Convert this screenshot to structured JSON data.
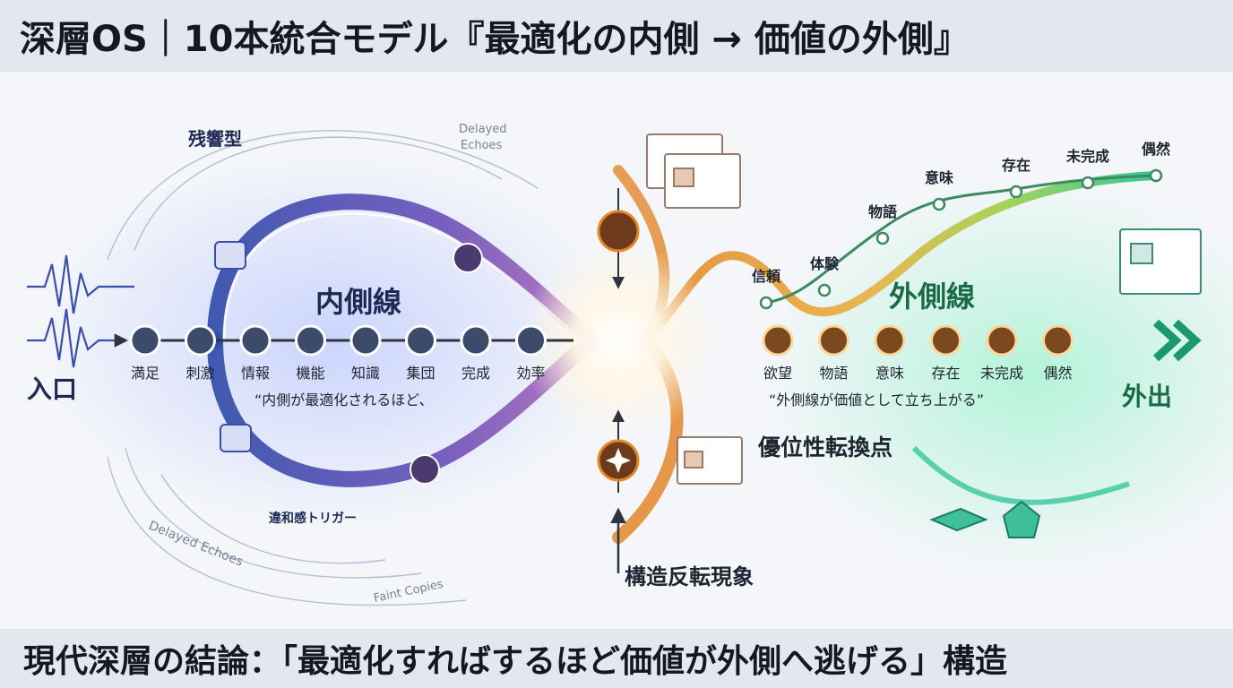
{
  "header": {
    "title": "深層OS｜10本統合モデル『最適化の内側 → 価値の外側』"
  },
  "footer": {
    "conclusion": "現代深層の結論：「最適化すればするほど価値が外側へ逃げる」構造"
  },
  "diagram": {
    "entry_label": "入口",
    "exit_label": "外出",
    "inner_title": "内側線",
    "outer_title": "外側線",
    "reverb_label": "残響型",
    "echo_top": [
      "Delayed",
      "Echoes"
    ],
    "echo_bottom": "Delayed Echoes",
    "faint_copies": "Faint Copies",
    "dissonance_label": "違和感トリガー",
    "inner_nodes": [
      "満足",
      "刺激",
      "情報",
      "機能",
      "知識",
      "集団",
      "完成",
      "効率"
    ],
    "inner_quote": "“内側が最適化されるほど、",
    "outer_nodes": [
      "欲望",
      "物語",
      "意味",
      "存在",
      "未完成",
      "偶然"
    ],
    "outer_quote": "“外側線が価値として立ち上がる”",
    "rising_nodes": [
      "信頼",
      "体験",
      "物語",
      "意味",
      "存在",
      "未完成",
      "偶然"
    ],
    "pivot_label": "優位性転換点",
    "inversion_label": "構造反転現象",
    "colors": {
      "inner_start": "#3a4fa8",
      "inner_end": "#8a4fb0",
      "core": "#ffffff",
      "outer_start": "#e0892a",
      "outer_end": "#1fbf8a",
      "node_bg": "#3d4b6b",
      "outer_node_bg": "#7a4a1e"
    }
  }
}
